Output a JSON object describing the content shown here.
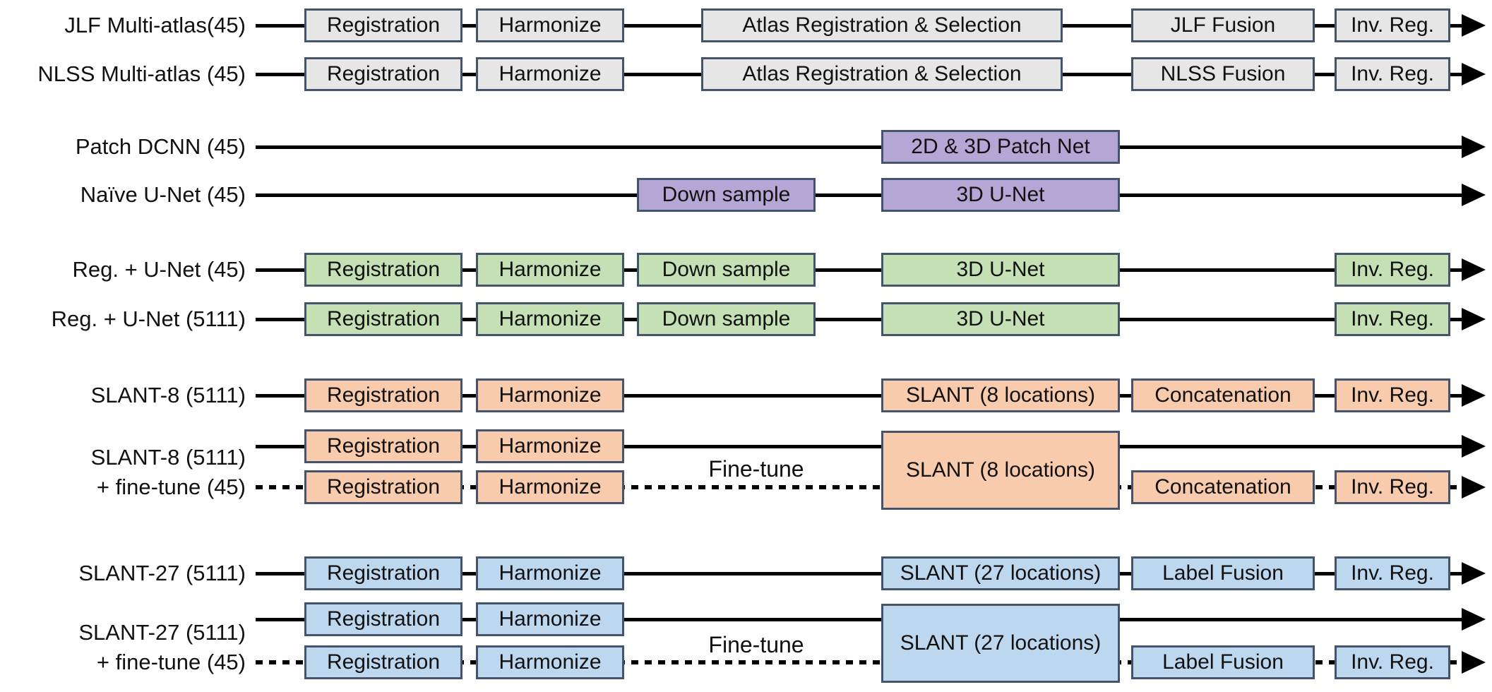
{
  "palette": {
    "multi_atlas_fill": "#E7E6E6",
    "dcnn_unet_fill": "#B4A7D6",
    "reg_unet_fill": "#C5E0B4",
    "slant8_fill": "#F8CBAD",
    "slant27_fill": "#BDD7EE",
    "box_border": "#44546A",
    "flow_line": "#000000"
  },
  "rows": [
    {
      "label": "JLF Multi-atlas(45)",
      "boxes": [
        "Registration",
        "Harmonize",
        "Atlas Registration & Selection",
        "JLF Fusion",
        "Inv. Reg."
      ]
    },
    {
      "label": "NLSS Multi-atlas (45)",
      "boxes": [
        "Registration",
        "Harmonize",
        "Atlas Registration & Selection",
        "NLSS Fusion",
        "Inv. Reg."
      ]
    },
    {
      "label": "Patch DCNN (45)",
      "boxes": [
        "2D & 3D Patch Net"
      ]
    },
    {
      "label": "Naïve U-Net (45)",
      "boxes": [
        "Down sample",
        "3D U-Net"
      ]
    },
    {
      "label": "Reg. + U-Net (45)",
      "boxes": [
        "Registration",
        "Harmonize",
        "Down sample",
        "3D U-Net",
        "Inv. Reg."
      ]
    },
    {
      "label": "Reg. + U-Net (5111)",
      "boxes": [
        "Registration",
        "Harmonize",
        "Down sample",
        "3D U-Net",
        "Inv. Reg."
      ]
    },
    {
      "label": "SLANT-8 (5111)",
      "boxes": [
        "Registration",
        "Harmonize",
        "SLANT (8 locations)",
        "Concatenation",
        "Inv. Reg."
      ]
    },
    {
      "label_line1": "SLANT-8 (5111)",
      "label_line2": "+ fine-tune (45)",
      "finetune_text": "Fine-tune",
      "top_boxes": [
        "Registration",
        "Harmonize"
      ],
      "tall_box": "SLANT (8 locations)",
      "bottom_boxes": [
        "Registration",
        "Harmonize",
        "Concatenation",
        "Inv. Reg."
      ]
    },
    {
      "label": "SLANT-27 (5111)",
      "boxes": [
        "Registration",
        "Harmonize",
        "SLANT (27 locations)",
        "Label Fusion",
        "Inv. Reg."
      ]
    },
    {
      "label_line1": "SLANT-27 (5111)",
      "label_line2": "+ fine-tune (45)",
      "finetune_text": "Fine-tune",
      "top_boxes": [
        "Registration",
        "Harmonize"
      ],
      "tall_box": "SLANT (27 locations)",
      "bottom_boxes": [
        "Registration",
        "Harmonize",
        "Label Fusion",
        "Inv. Reg."
      ]
    }
  ]
}
